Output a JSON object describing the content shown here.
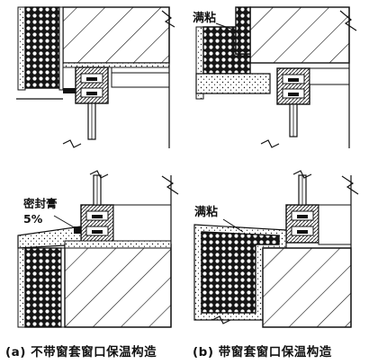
{
  "labels": {
    "full_paste_top": "满粘",
    "full_paste_bottom": "满粘",
    "sealant": "密封膏",
    "sealant_pct": "5%"
  },
  "captions": {
    "a": "(a) 不带窗套窗口保温构造",
    "b": "(b) 带窗套窗口保温构造"
  },
  "colors": {
    "line": "#111111",
    "insulation_fill": "#1a1a1a",
    "background": "#ffffff"
  }
}
